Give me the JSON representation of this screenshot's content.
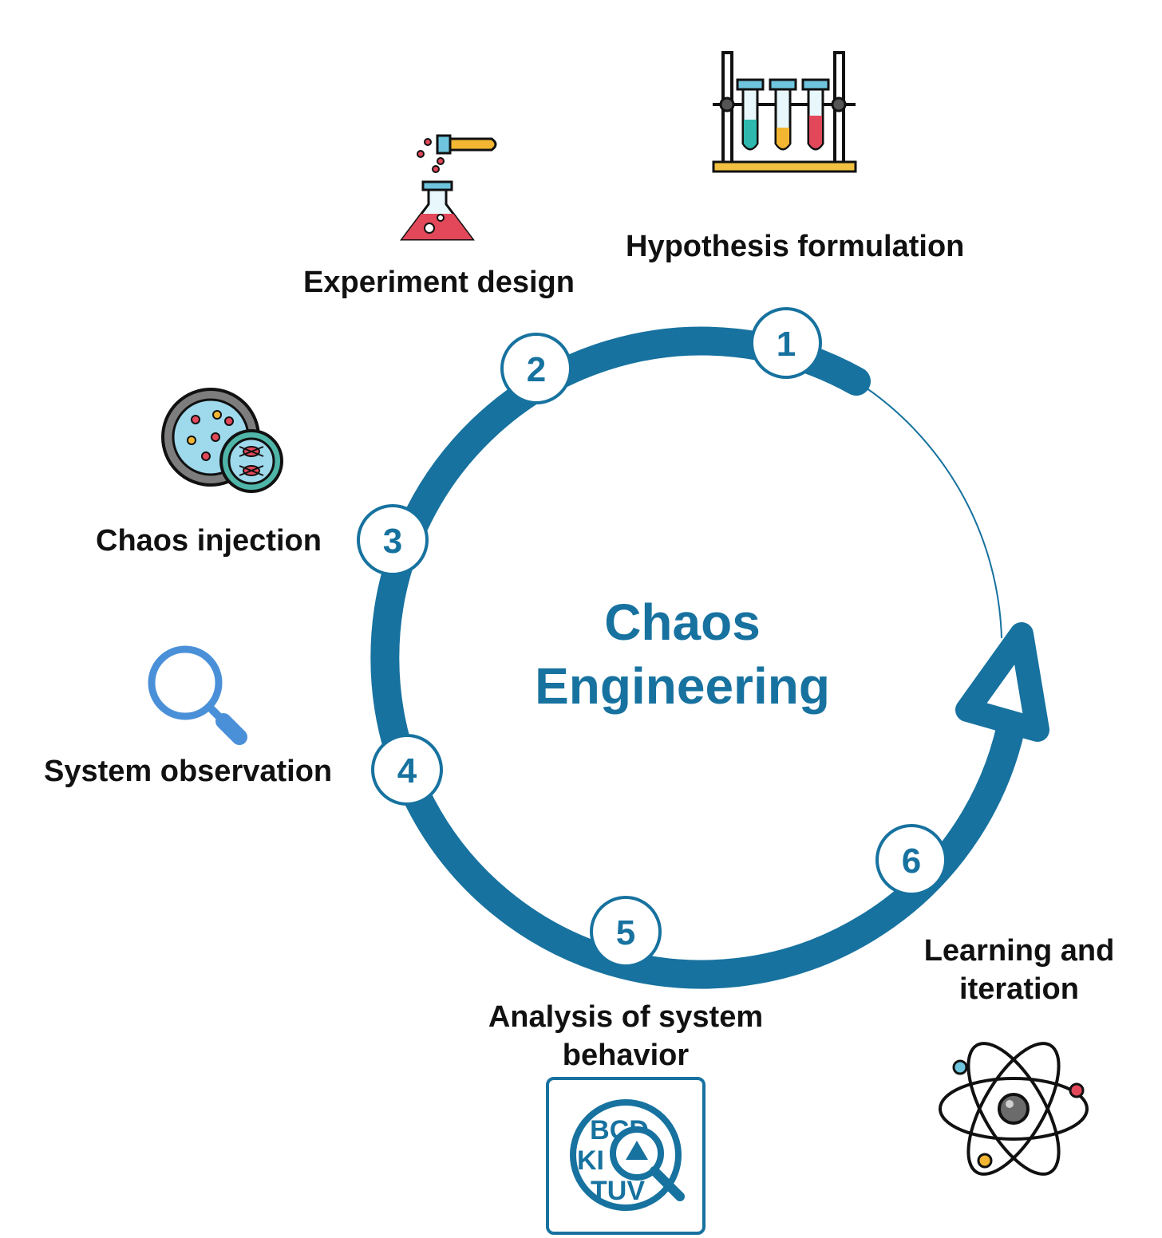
{
  "center": {
    "line1": "Chaos",
    "line2": "Engineering"
  },
  "steps": [
    {
      "number": "1",
      "label": "Hypothesis formulation",
      "icon": "test-tubes-icon"
    },
    {
      "number": "2",
      "label": "Experiment design",
      "icon": "flask-icon"
    },
    {
      "number": "3",
      "label": "Chaos injection",
      "icon": "petri-dish-icon"
    },
    {
      "number": "4",
      "label": "System observation",
      "icon": "magnifier-icon"
    },
    {
      "number": "5",
      "label_line1": "Analysis of system",
      "label_line2": "behavior",
      "icon": "eye-test-icon",
      "icon_letters": [
        "BCD",
        "KI",
        "TUV"
      ]
    },
    {
      "number": "6",
      "label_line1": "Learning and",
      "label_line2": "iteration",
      "icon": "atom-icon"
    }
  ],
  "colors": {
    "cycle": "#17729f",
    "text": "#111111",
    "node_fill": "#ffffff"
  }
}
